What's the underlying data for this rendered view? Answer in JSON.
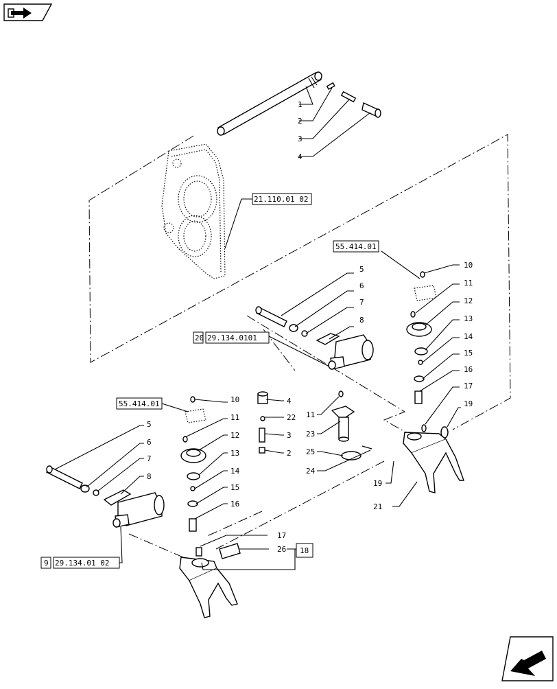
{
  "callouts": [
    {
      "n": "1"
    },
    {
      "n": "2"
    },
    {
      "n": "3"
    },
    {
      "n": "4"
    },
    {
      "n": "5"
    },
    {
      "n": "6"
    },
    {
      "n": "7"
    },
    {
      "n": "8"
    },
    {
      "n": "10"
    },
    {
      "n": "11"
    },
    {
      "n": "12"
    },
    {
      "n": "13"
    },
    {
      "n": "14"
    },
    {
      "n": "15"
    },
    {
      "n": "16"
    },
    {
      "n": "17"
    },
    {
      "n": "19"
    },
    {
      "n": "10"
    },
    {
      "n": "11"
    },
    {
      "n": "12"
    },
    {
      "n": "13"
    },
    {
      "n": "14"
    },
    {
      "n": "15"
    },
    {
      "n": "16"
    },
    {
      "n": "5"
    },
    {
      "n": "6"
    },
    {
      "n": "7"
    },
    {
      "n": "8"
    },
    {
      "n": "4"
    },
    {
      "n": "22"
    },
    {
      "n": "3"
    },
    {
      "n": "2"
    },
    {
      "n": "11"
    },
    {
      "n": "23"
    },
    {
      "n": "25"
    },
    {
      "n": "24"
    },
    {
      "n": "19"
    },
    {
      "n": "21"
    },
    {
      "n": "17"
    },
    {
      "n": "26"
    }
  ],
  "references": {
    "ref_housing": "21.110.01 02",
    "ref_upper_kit": "55.414.01",
    "ref_lower_kit": "55.414.01",
    "ref_upper_cyl_num": "20",
    "ref_upper_cyl": "29.134.0101",
    "ref_lower_cyl_num": "9",
    "ref_lower_cyl": "29.134.01 02",
    "ref_fork_group": "18"
  },
  "nav": {
    "top_icon": "page-forward-icon",
    "bottom_icon": "next-page-arrow-icon"
  }
}
